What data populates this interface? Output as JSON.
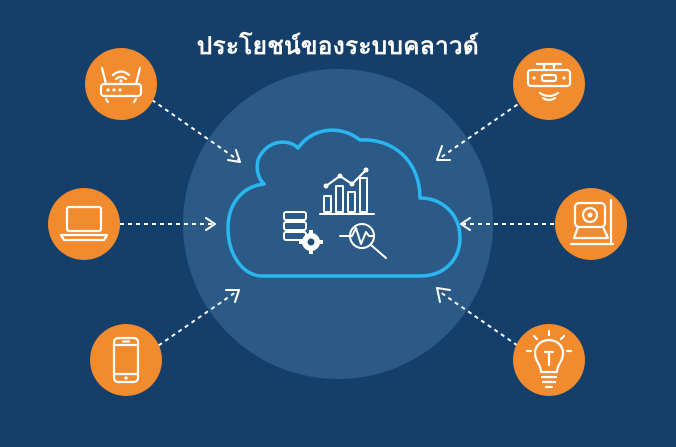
{
  "title": "ประโยชน์ของระบบคลาวด์",
  "colors": {
    "background": "#153f6b",
    "halo": "#2f5f8c",
    "cloud_stroke": "#2ab6f0",
    "node": "#f28a2e",
    "icon": "#ffffff"
  },
  "center": {
    "icon": "cloud-icon",
    "inner_icons": [
      "bar-chart-icon",
      "database-gear-icon",
      "magnifier-pulse-icon"
    ]
  },
  "nodes": [
    {
      "name": "wifi-router",
      "icon": "router-icon",
      "side": "left"
    },
    {
      "name": "laptop",
      "icon": "laptop-icon",
      "side": "left"
    },
    {
      "name": "smartphone",
      "icon": "phone-icon",
      "side": "left"
    },
    {
      "name": "smart-speaker",
      "icon": "speaker-icon",
      "side": "right"
    },
    {
      "name": "security-camera",
      "icon": "camera-icon",
      "side": "right"
    },
    {
      "name": "smart-bulb",
      "icon": "lightbulb-icon",
      "side": "right"
    }
  ]
}
